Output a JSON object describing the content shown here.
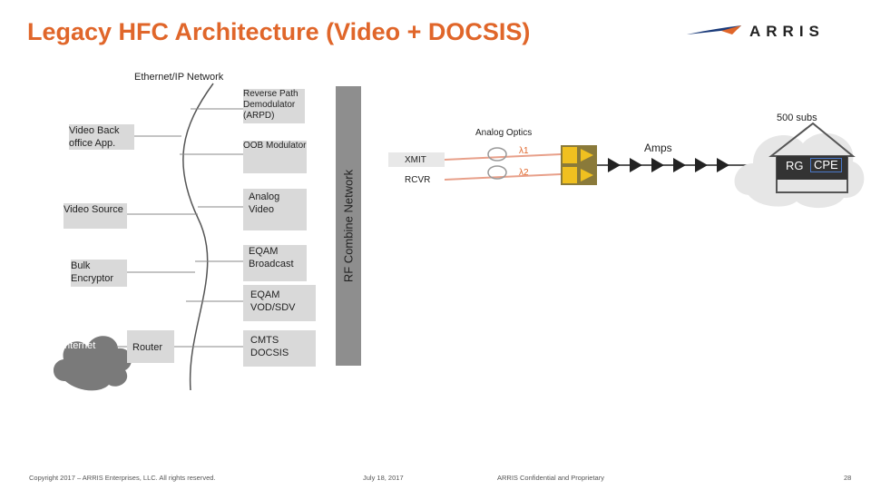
{
  "title": "Legacy HFC Architecture (Video + DOCSIS)",
  "logo": {
    "text": "ARRIS"
  },
  "network_label": "Ethernet/IP Network",
  "boxes": {
    "arpd": "Reverse Path Demodulator (ARPD)",
    "oob": "OOB Modulator",
    "analog_video": "Analog Video",
    "eqam_broadcast": "EQAM Broadcast",
    "eqam_vod": "EQAM VOD/SDV",
    "cmts": "CMTS DOCSIS"
  },
  "left": {
    "video_back_office": "Video Back office App.",
    "video_source": "Video Source",
    "bulk_encryptor": "Bulk Encryptor",
    "internet": "Internet",
    "router": "Router"
  },
  "rf_combine": "RF Combine Network",
  "optics": {
    "label": "Analog Optics",
    "xmit": "XMIT",
    "rcvr": "RCVR",
    "lambda1": "λ1",
    "lambda2": "λ2"
  },
  "amps_label": "Amps",
  "subs_label": "500 subs",
  "home": {
    "rg": "RG",
    "cpe": "CPE"
  },
  "footer": {
    "copyright": "Copyright 2017 – ARRIS Enterprises, LLC. All rights reserved.",
    "date": "July 18, 2017",
    "confidential": "ARRIS Confidential and Proprietary",
    "page": "28"
  },
  "colors": {
    "title": "#e0662a",
    "fiber": "#e8a08a",
    "amp": "#f0c020",
    "box": "#d9d9d9",
    "rf": "#8e8e8e"
  }
}
